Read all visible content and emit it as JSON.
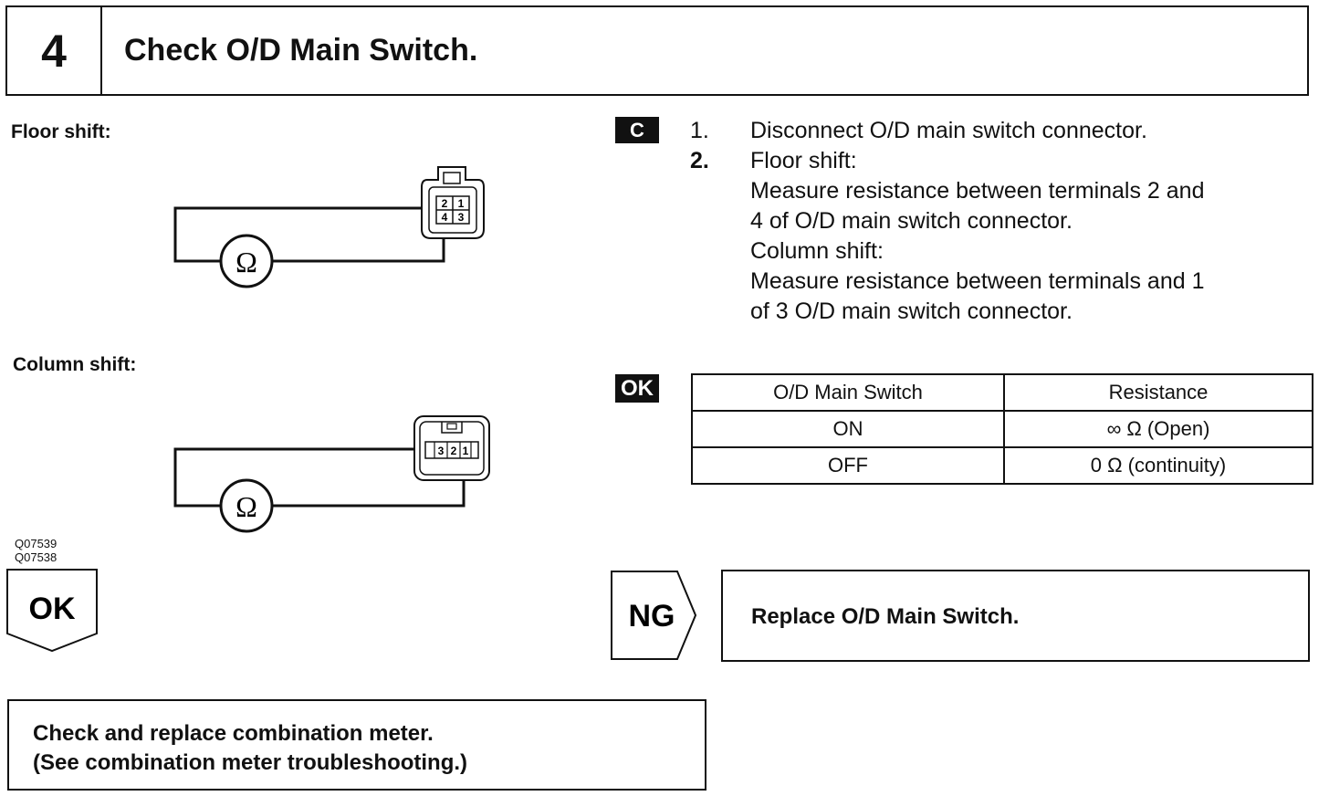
{
  "header": {
    "step_number": "4",
    "title": "Check O/D Main Switch."
  },
  "left": {
    "floor_shift_label": "Floor shift:",
    "column_shift_label": "Column shift:",
    "ohm_symbol": "Ω",
    "floor_pins": [
      "2",
      "1",
      "4",
      "3"
    ],
    "column_pins": [
      "3",
      "2",
      "1"
    ],
    "figure_codes": [
      "Q07539",
      "Q07538"
    ]
  },
  "procedure": {
    "tag": "C",
    "steps": [
      {
        "num": "1.",
        "lines": [
          "Disconnect O/D main switch connector."
        ]
      },
      {
        "num": "2.",
        "lines": [
          "Floor shift:",
          "Measure resistance between terminals 2 and",
          "4 of O/D main switch connector.",
          "Column shift:",
          "Measure resistance between terminals and 1",
          "of 3 O/D main switch connector."
        ]
      }
    ]
  },
  "spec": {
    "tag": "OK",
    "headers": [
      "O/D Main Switch",
      "Resistance"
    ],
    "rows": [
      [
        "ON",
        "∞ Ω (Open)"
      ],
      [
        "OFF",
        "0 Ω (continuity)"
      ]
    ]
  },
  "ok_result": {
    "label": "OK",
    "lines": [
      "Check and replace combination meter.",
      "(See combination meter troubleshooting.)"
    ]
  },
  "ng_result": {
    "label": "NG",
    "text": "Replace O/D Main Switch."
  }
}
